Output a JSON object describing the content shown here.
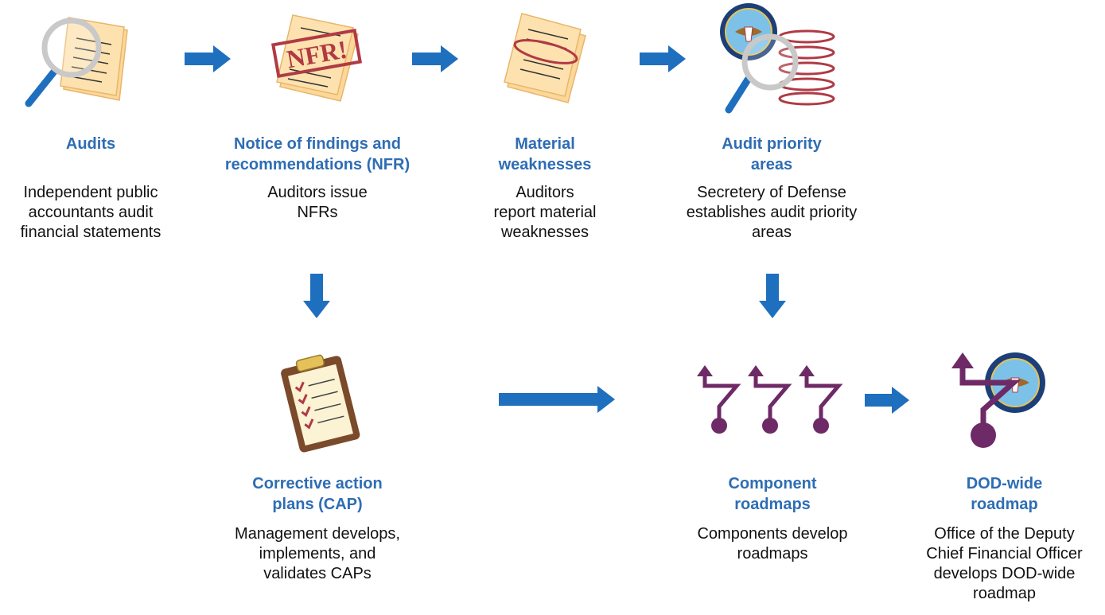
{
  "colors": {
    "accent_blue": "#2e6db4",
    "arrow_blue": "#1f6fbf",
    "roadmap_purple": "#6e2a66",
    "paper": "#fcd79a",
    "stamp_red": "#b03a44",
    "clipboard_brown": "#7a4a2a"
  },
  "steps": {
    "audits": {
      "title": "Audits",
      "desc": "Independent public\naccountants audit\nfinancial statements",
      "icon": "magnifier-document-icon"
    },
    "nfr": {
      "title": "Notice of findings and\nrecommendations (NFR)",
      "desc": "Auditors issue\nNFRs",
      "icon": "nfr-stamp-icon",
      "stamp_text": "NFR!"
    },
    "material": {
      "title": "Material\nweaknesses",
      "desc": "Auditors\nreport material\nweaknesses",
      "icon": "circled-document-icon"
    },
    "priority": {
      "title": "Audit priority\nareas",
      "desc": "Secretery of Defense\nestablishes audit priority\nareas",
      "icon": "dod-seal-magnifier-icon"
    },
    "cap": {
      "title": "Corrective action\nplans (CAP)",
      "desc": "Management develops,\nimplements, and\nvalidates CAPs",
      "icon": "clipboard-checklist-icon"
    },
    "component": {
      "title": "Component\nroadmaps",
      "desc": "Components develop\nroadmaps",
      "icon": "roadmap-paths-icon"
    },
    "dodwide": {
      "title": "DOD-wide\nroadmap",
      "desc": "Office of the Deputy\nChief Financial Officer\ndevelops DOD-wide\nroadmap",
      "icon": "dod-roadmap-icon"
    }
  }
}
